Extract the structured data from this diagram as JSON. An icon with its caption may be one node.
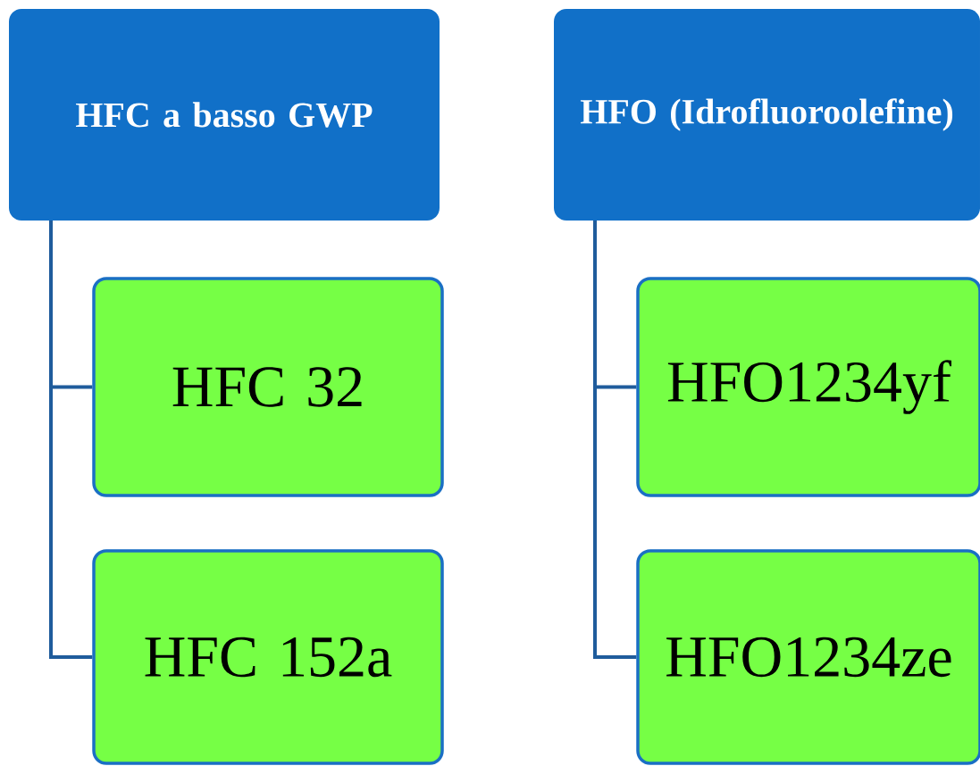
{
  "diagram": {
    "nodes": [
      {
        "text": [
          "HFC a basso GWP"
        ]
      },
      {
        "text": [
          "HFC 32"
        ]
      },
      {
        "text": [
          "HFC 152a"
        ]
      },
      {
        "text": [
          "HFO (Idrofluoroolefine)"
        ]
      },
      {
        "text": [
          "HFO1234yf"
        ]
      },
      {
        "text": [
          "HFO1234ze"
        ]
      }
    ],
    "edges": [
      {
        "from": 0,
        "to": 1,
        "arrow": "none"
      },
      {
        "from": 0,
        "to": 2,
        "arrow": "none"
      },
      {
        "from": 3,
        "to": 4,
        "arrow": "none"
      },
      {
        "from": 3,
        "to": 5,
        "arrow": "none"
      }
    ]
  }
}
